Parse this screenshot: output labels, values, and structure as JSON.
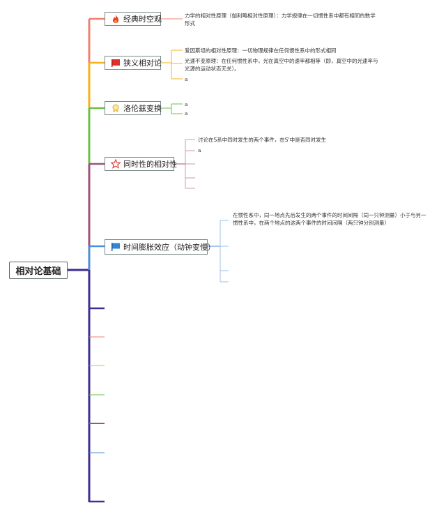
{
  "root": {
    "title": "相对论基础"
  },
  "branches": [
    {
      "icon": "fire-icon",
      "label": "经典时空观",
      "color": "#f08070",
      "notes": [
        "力学的相对性原理（伽利略相对性原理）：力学规律在一切惯性系中都有相同的数学形式"
      ]
    },
    {
      "icon": "red-flag-icon",
      "label": "狭义相对论",
      "color": "#f5b21a",
      "notes": [
        "爱因斯坦的相对性原理：一切物理规律在任何惯性系中的形式相同",
        "光速不变原理：在任何惯性系中，光在真空中的速率都相等（即，真空中的光速率与光源的运动状态无关）。",
        "a"
      ]
    },
    {
      "icon": "medal-icon",
      "label": "洛伦兹变换",
      "color": "#6cbf4a",
      "notes": [
        "a",
        "a"
      ]
    },
    {
      "icon": "star-outline-icon",
      "label": "同时性的相对性",
      "color": "#a0527a",
      "notes": [
        "讨论在S系中同时发生的两个事件，在S'中是否同时发生",
        "a"
      ]
    },
    {
      "icon": "blue-flag-icon",
      "label": "时间膨胀效应（动钟变慢）",
      "color": "#4d8fd6",
      "notes": [
        "在惯性系中，同一地点先后发生的两个事件的时间间隔（同一只钟测量）小于与另一惯性系中，在两个地点的这两个事件的时间间隔（两只钟分别测量）"
      ]
    }
  ]
}
